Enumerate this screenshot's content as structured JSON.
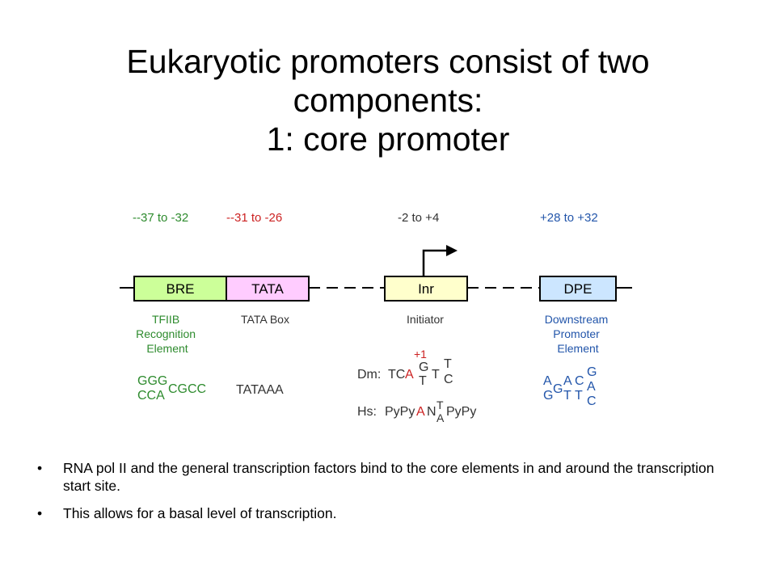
{
  "title": {
    "line1": "Eukaryotic promoters consist of two",
    "line2": "components:",
    "line3": "1: core promoter"
  },
  "diagram": {
    "colors": {
      "bre_fill": "#ccff99",
      "tata_fill": "#ffccff",
      "inr_fill": "#ffffcc",
      "dpe_fill": "#cce6ff",
      "green_text": "#2e8b2e",
      "blue_text": "#2255aa",
      "red_text": "#cc2222"
    },
    "positions": {
      "bre": "--37 to -32",
      "tata": "--31 to -26",
      "inr": "-2 to +4",
      "dpe": "+28 to +32"
    },
    "boxes": {
      "bre": "BRE",
      "tata": "TATA",
      "inr": "Inr",
      "dpe": "DPE"
    },
    "descriptions": {
      "bre": [
        "TFIIB",
        "Recognition",
        "Element"
      ],
      "tata": [
        "TATA Box"
      ],
      "inr": [
        "Initiator"
      ],
      "dpe": [
        "Downstream",
        "Promoter",
        "Element"
      ]
    },
    "sequences": {
      "bre": {
        "top": "GGG",
        "bottom": "CCA",
        "mid": "CGCC"
      },
      "tata": "TATAAA",
      "inr_plus1": "+1",
      "dm": {
        "prefix": "Dm:",
        "tc": "TC",
        "a": "A",
        "g": "G",
        "t_low": "T",
        "t_mid": "T",
        "t_high": "T",
        "c_end": "C"
      },
      "hs": {
        "prefix": "Hs:",
        "pypy1": "PyPy",
        "a": "A",
        "n": "N",
        "t": "T",
        "a_low": "A",
        "pypy2": "PyPy"
      },
      "dpe": {
        "col1_top": "A",
        "col1_bottom": "G",
        "col2": "G",
        "col3_top": "A",
        "col3_bottom": "T",
        "col4_top": "C",
        "col4_bottom": "T",
        "col5_top": "G",
        "col5_mid": "A",
        "col5_bottom": "C"
      }
    }
  },
  "bullets": [
    {
      "marker": "•",
      "text": "RNA pol II and the general transcription factors bind to the core elements in and around the transcription start site."
    },
    {
      "marker": "•",
      "text": "This allows for a basal level of transcription."
    }
  ]
}
